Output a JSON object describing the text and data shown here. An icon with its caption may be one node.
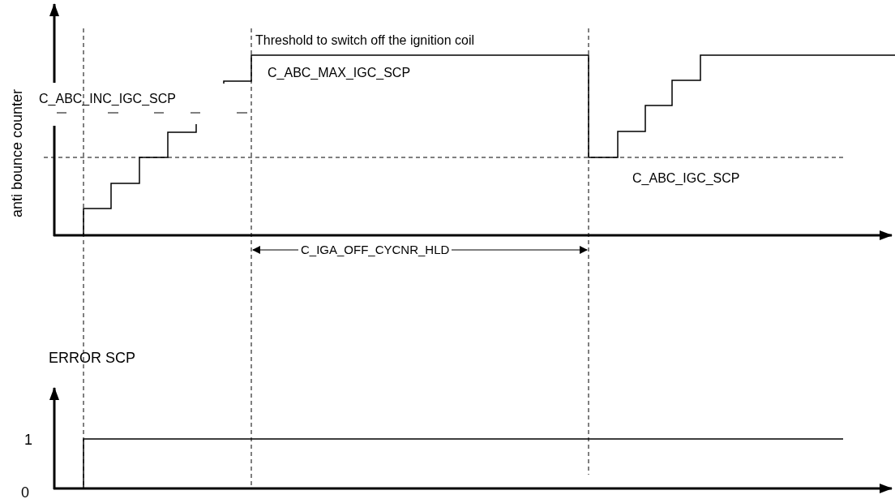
{
  "diagram": {
    "labels": [
      "anti bounce counter",
      "Threshold to switch off the ignition coil",
      "C_ABC_MAX_IGC_SCP",
      "C_ABC_INC_IGC_SCP",
      "C_ABC_IGC_SCP",
      "C_IGA_OFF_CYCNR_HLD",
      "ERROR SCP",
      "1",
      "0"
    ]
  }
}
